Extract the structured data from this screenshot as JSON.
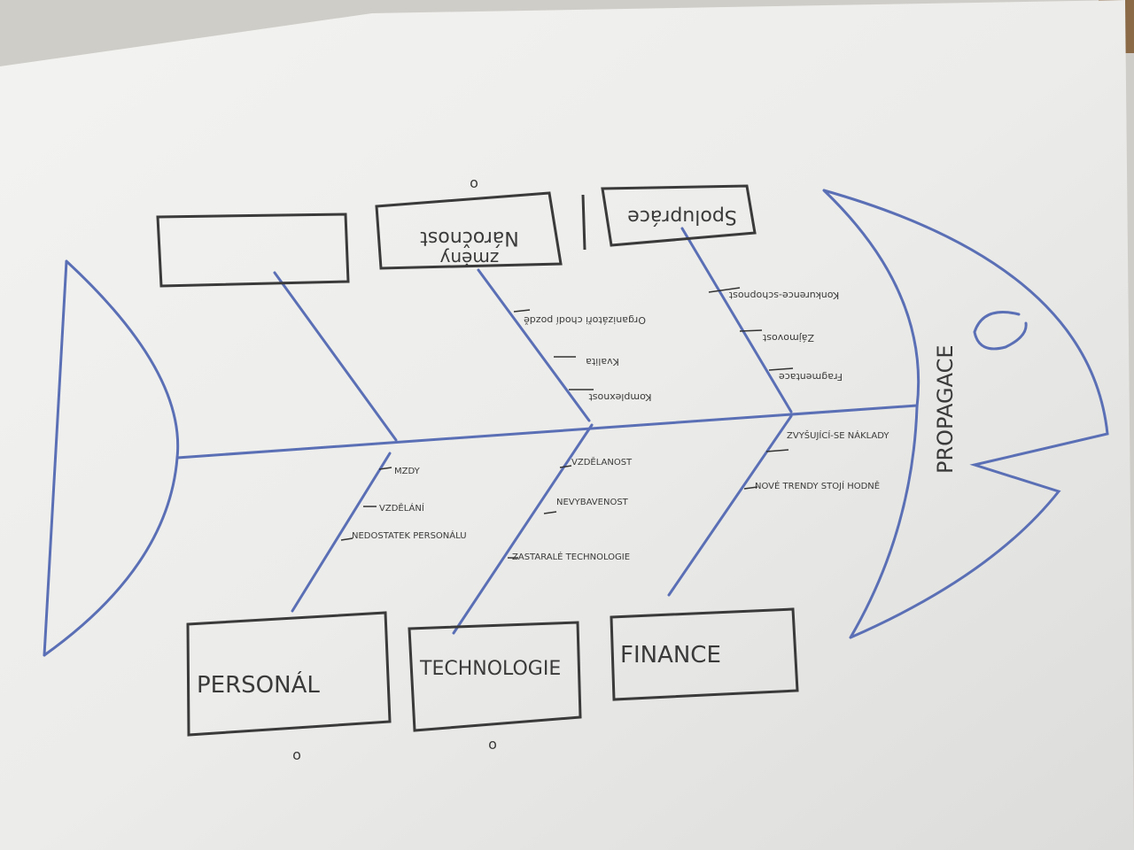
{
  "diagram": {
    "effect": "PROPAGACE",
    "top_categories": [
      {
        "label": "",
        "causes": []
      },
      {
        "label_line1": "Náročnost",
        "label_line2": "změny",
        "causes": [
          "Organizátoři chodí pozdě",
          "Kvalita",
          "Komplexnost"
        ]
      },
      {
        "label": "Spolupráce",
        "causes": [
          "Konkurence-schopnost",
          "Zájmovost",
          "Fragmentace"
        ]
      }
    ],
    "bottom_categories": [
      {
        "label": "PERSONÁL",
        "causes": [
          "MZDY",
          "VZDĚLÁNÍ",
          "NEDOSTATEK PERSONÁLU"
        ]
      },
      {
        "label": "TECHNOLOGIE",
        "causes": [
          "VZDĚLANOST",
          "NEVYBAVENOST",
          "ZASTARALÉ TECHNOLOGIE"
        ]
      },
      {
        "label": "FINANCE",
        "causes": [
          "ZVYŠUJÍCÍ-SE NÁKLADY",
          "NOVÉ TRENDY STOJÍ HODNĚ"
        ]
      }
    ],
    "marks": [
      "o",
      "o",
      "o"
    ],
    "colors": {
      "bones": "#5a6fb5",
      "marker": "#333333",
      "paper": "#f4f4f2"
    }
  }
}
